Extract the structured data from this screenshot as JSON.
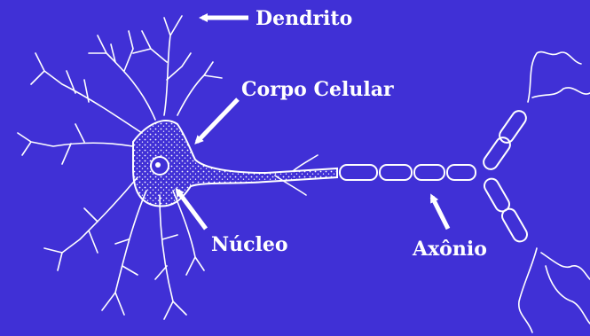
{
  "colors": {
    "background": "#4030d6",
    "ink": "#ffffff"
  },
  "labels": {
    "dendrite": "Dendrito",
    "cell_body": "Corpo Celular",
    "nucleus": "Núcleo",
    "axon": "Axônio"
  }
}
